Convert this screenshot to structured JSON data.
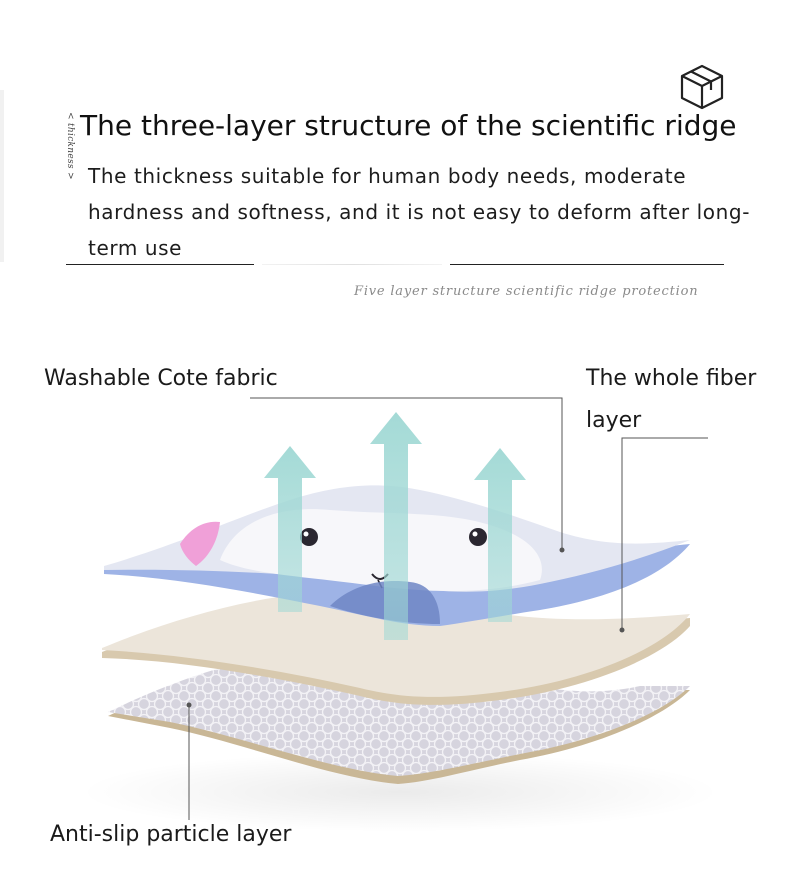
{
  "header": {
    "box_icon": "package-box-icon",
    "side_label": "< thickness >",
    "title": "The three-layer structure of the scientific ridge",
    "description": "The thickness suitable for human body needs, moderate hardness and softness, and it is not easy to deform after long-term use",
    "sub_caption": "Five layer structure scientific ridge protection"
  },
  "callouts": {
    "top_fabric": "Washable Cote fabric",
    "middle_fiber": "The whole fiber layer",
    "bottom_antislip": "Anti-slip particle layer"
  },
  "colors": {
    "arrow": "#9fd8d4",
    "fabric_blue": "#9eb3e6",
    "fiber": "#ece5da",
    "fiber_edge": "#d8c9ae",
    "antislip": "#d6d4de",
    "antislip_edge": "#c7b79c",
    "pink_accent": "#f0a0d8"
  }
}
